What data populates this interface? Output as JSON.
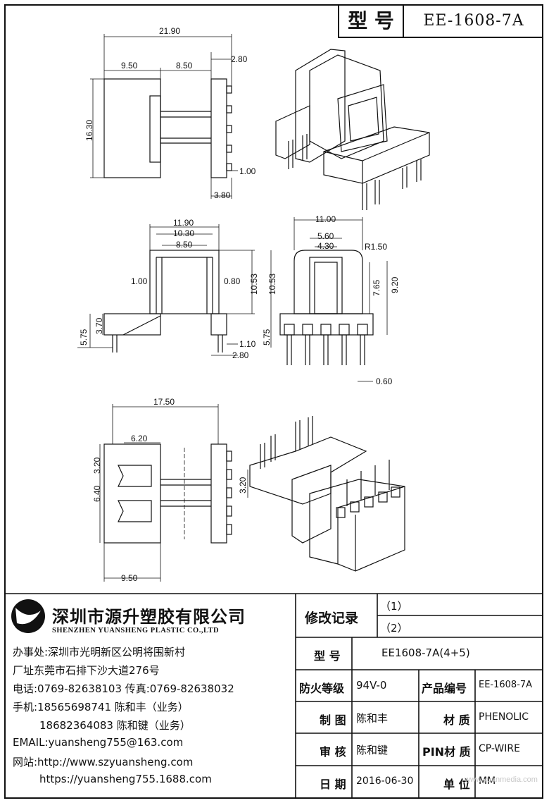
{
  "header": {
    "model_label": "型 号",
    "model_value": "EE-1608-7A"
  },
  "dimensions": {
    "top": {
      "overall": "21.90",
      "left": "9.50",
      "mid": "8.50",
      "right_top": "2.80",
      "height": "16.30",
      "pin_gap": "1.00",
      "base": "3.80"
    },
    "middle_left": {
      "w1": "11.90",
      "w2": "10.30",
      "w3": "8.50",
      "left_wall": "1.00",
      "right_wall": "0.80",
      "height": "10.53",
      "base": "5.75",
      "base2": "3.70",
      "pin1": "1.10",
      "pin2": "2.80"
    },
    "middle_right": {
      "w1": "11.00",
      "w2": "5.60",
      "w3": "4.30",
      "radius": "R1.50",
      "height": "10.53",
      "h2": "7.65",
      "h3": "9.20",
      "base": "5.75",
      "pin": "0.60"
    },
    "bottom": {
      "overall": "17.50",
      "inner": "6.20",
      "slot1": "3.20",
      "slot2": "6.40",
      "pitch": "3.20",
      "base": "9.50"
    }
  },
  "company": {
    "name_cn": "深圳市源升塑胶有限公司",
    "name_en": "SHENZHEN YUANSHENG PLASTIC CO.,LTD",
    "office": "办事处:深圳市光明新区公明将围新村",
    "factory": "厂址东莞市石排下沙大道276号",
    "tel": "电话:0769-82638103 传真:0769-82638032",
    "mobile1": "手机:18565698741 陈和丰（业务）",
    "mobile2": "18682364083 陈和键（业务）",
    "email": "EMAIL:yuansheng755@163.com",
    "web1": "网站:http://www.szyuansheng.com",
    "web2": "https://yuansheng755.1688.com"
  },
  "revision": {
    "label": "修改记录",
    "r1": "（1）",
    "r2": "（2）"
  },
  "table": {
    "model_label": "型 号",
    "model_value": "EE1608-7A(4+5)",
    "fire_label": "防火等级",
    "fire_value": "94V-0",
    "product_label": "产品编号",
    "product_value": "EE-1608-7A",
    "drawn_label": "制 图",
    "drawn_value": "陈和丰",
    "material_label": "材 质",
    "material_value": "PHENOLIC",
    "review_label": "审 核",
    "review_value": "陈和键",
    "pin_label": "PIN材 质",
    "pin_value": "CP-WIRE",
    "date_label": "日 期",
    "date_value": "2016-06-30",
    "unit_label": "单 位",
    "unit_value": "MM"
  },
  "watermark": "www.yuanmedia.com"
}
